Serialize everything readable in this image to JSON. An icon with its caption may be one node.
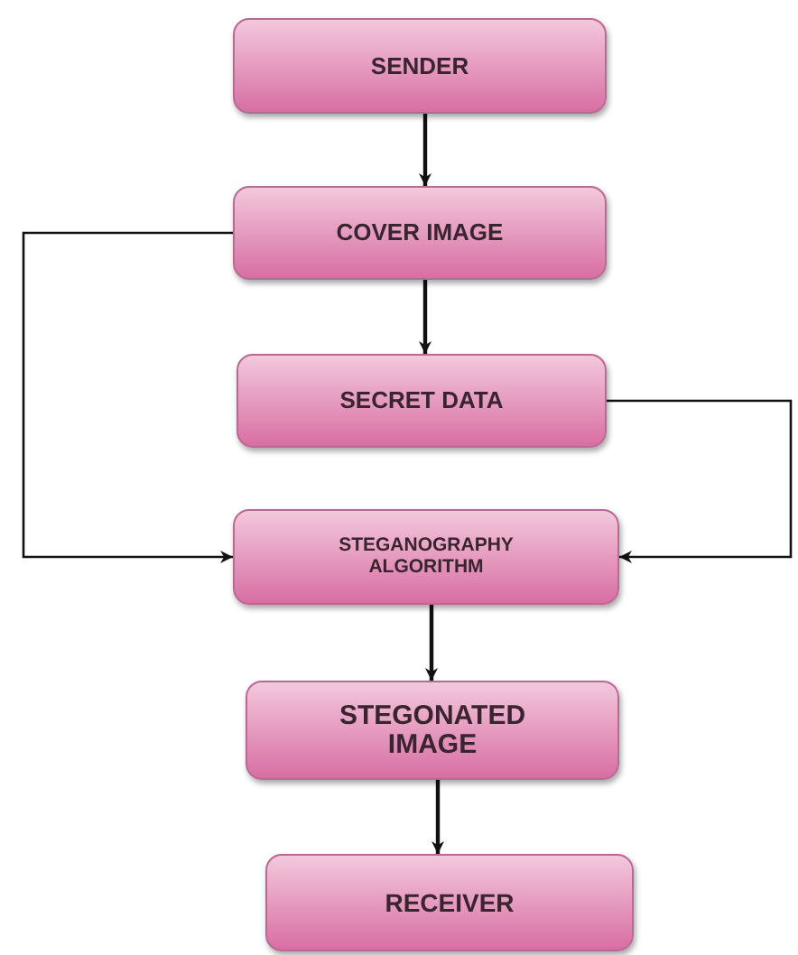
{
  "diagram": {
    "nodes": [
      {
        "text": [
          "SENDER"
        ]
      },
      {
        "text": [
          "COVER IMAGE"
        ]
      },
      {
        "text": [
          "SECRET DATA"
        ]
      },
      {
        "text": [
          "STEGANOGRAPHY ALGORITHM"
        ]
      },
      {
        "text": [
          "STEGONATED IMAGE"
        ]
      },
      {
        "text": [
          "RECEIVER"
        ]
      }
    ],
    "edges": [
      {
        "from": 0,
        "to": 1,
        "arrow": "to"
      },
      {
        "from": 1,
        "to": 2,
        "arrow": "to"
      },
      {
        "from": 1,
        "to": 3,
        "arrow": "to"
      },
      {
        "from": 2,
        "to": 3,
        "arrow": "to"
      },
      {
        "from": 3,
        "to": 4,
        "arrow": "to"
      },
      {
        "from": 4,
        "to": 5,
        "arrow": "to"
      }
    ]
  }
}
